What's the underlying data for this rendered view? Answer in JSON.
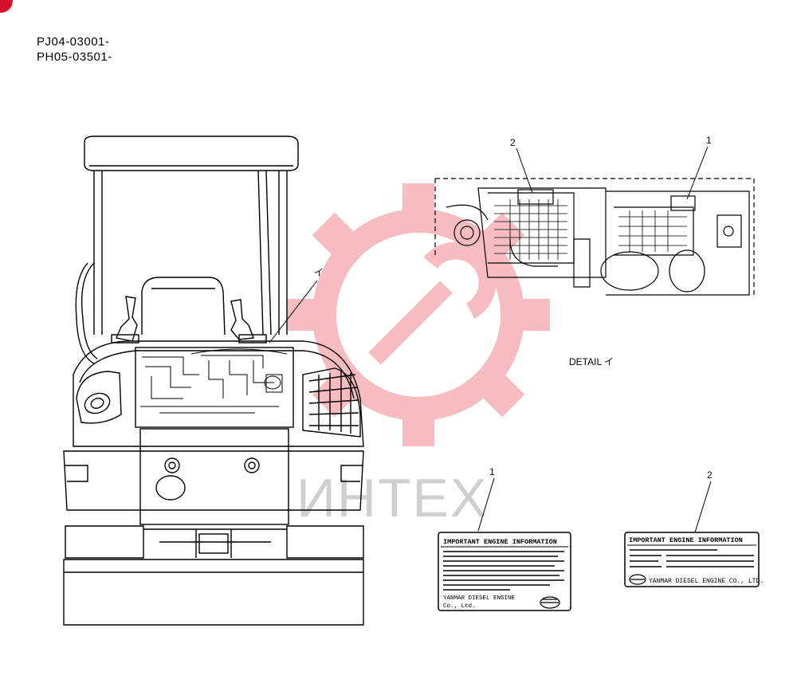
{
  "serials": [
    "PJ04-03001-",
    "PH05-03501-"
  ],
  "callouts": {
    "detail_ref": "イ",
    "detail_caption": "DETAIL イ",
    "part_1": "1",
    "part_2": "2"
  },
  "watermark": {
    "text": "ИНТЕХ",
    "color": "#e8333c"
  },
  "label_1": {
    "title": "IMPORTANT ENGINE INFORMATION",
    "maker_line1": "YANMAR DIESEL ENGINE",
    "maker_line2": "Co., Ltd."
  },
  "label_2": {
    "title": "IMPORTANT ENGINE INFORMATION",
    "maker": "YANMAR DIESEL ENGINE CO., LTD."
  },
  "colors": {
    "brand_red": "#d8112a",
    "line": "#000000"
  }
}
